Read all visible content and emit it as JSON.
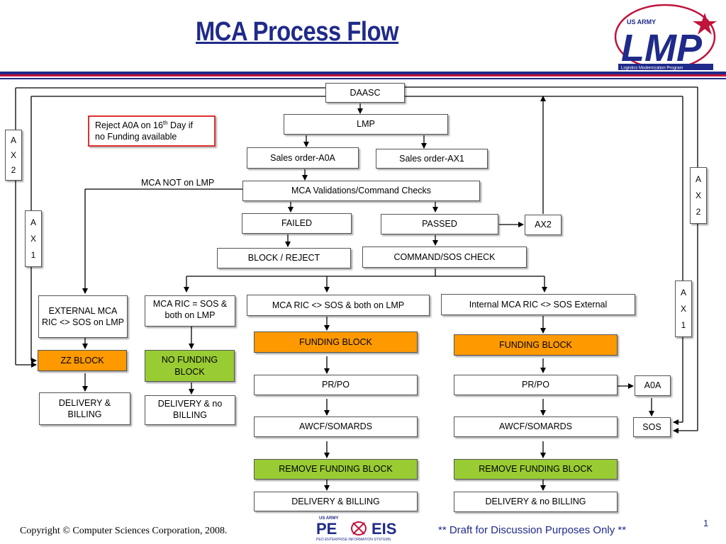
{
  "title": "MCA Process Flow",
  "colors": {
    "title": "#1f2a8a",
    "band_red": "#c0143c",
    "band_navy": "#1f2a8a",
    "note_border": "#e03030",
    "orange": "#ff9900",
    "green": "#99cc33"
  },
  "logo_lmp": {
    "top": "US ARMY",
    "main": "LMP",
    "bottom": "Logistics Modernization Program"
  },
  "nodes": {
    "daasc": "DAASC",
    "lmp": "LMP",
    "sales_a0a": "Sales order-A0A",
    "sales_ax1": "Sales order-AX1",
    "validations": "MCA Validations/Command Checks",
    "failed": "FAILED",
    "passed": "PASSED",
    "ax2_box": "AX2",
    "block_reject": "BLOCK / REJECT",
    "command_check": "COMMAND/SOS CHECK",
    "external": "EXTERNAL MCA RIC <> SOS on LMP",
    "ric_eq_sos": "MCA RIC = SOS &  both on LMP",
    "ric_ne_sos": "MCA RIC <> SOS & both on  LMP",
    "internal": "Internal MCA RIC <> SOS   External",
    "zz_block": "ZZ BLOCK",
    "no_funding_block": "NO FUNDING BLOCK",
    "funding_block_1": "FUNDING BLOCK",
    "funding_block_2": "FUNDING BLOCK",
    "delivery_billing_1": "DELIVERY & BILLING",
    "delivery_no_billing_1": "DELIVERY & no BILLING",
    "prpo_1": "PR/PO",
    "prpo_2": "PR/PO",
    "a0a": "A0A",
    "awcf_1": "AWCF/SOMARDS",
    "awcf_2": "AWCF/SOMARDS",
    "sos": "SOS",
    "remove_1": "REMOVE FUNDING BLOCK",
    "remove_2": "REMOVE FUNDING BLOCK",
    "delivery_billing_2": "DELIVERY & BILLING",
    "delivery_no_billing_2": "DELIVERY & no BILLING"
  },
  "side_labels": {
    "ax2_left": [
      "A",
      "X",
      "2"
    ],
    "ax1_left": [
      "A",
      "X",
      "1"
    ],
    "ax2_right": [
      "A",
      "X",
      "2"
    ],
    "ax1_right": [
      "A",
      "X",
      "1"
    ]
  },
  "note": {
    "line1_pre": "Reject A0A on 16",
    "line1_sup": "th",
    "line1_post": " Day if",
    "line2": "no Funding available"
  },
  "mca_not_on_lmp": "MCA  NOT on LMP",
  "footer": {
    "copyright": "Copyright © Computer Sciences Corporation, 2008.",
    "peo_left": "PE",
    "peo_right": "EIS",
    "peo_top": "US ARMY",
    "peo_sub": "PEO ENTERPRISE INFORMATION SYSTEMS",
    "draft": "** Draft for Discussion Purposes Only **",
    "page": "1"
  }
}
